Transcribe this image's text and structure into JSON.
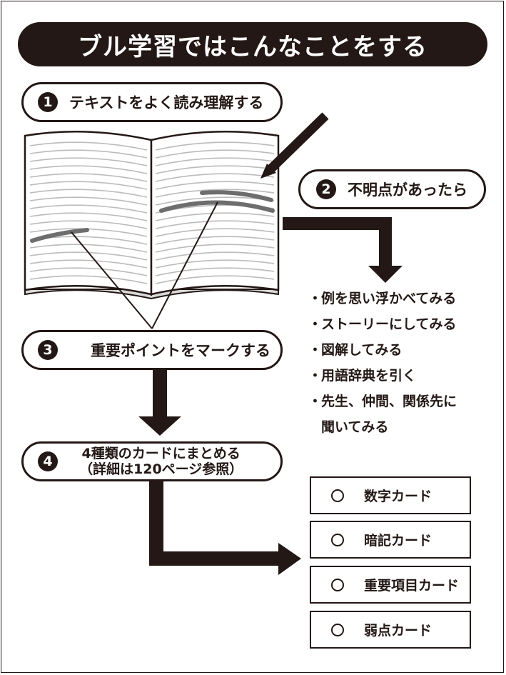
{
  "title": "ブル学習ではこんなことをする",
  "steps": [
    {
      "number": "1",
      "label": "テキストをよく読み理解する"
    },
    {
      "number": "2",
      "label": "不明点があったら"
    },
    {
      "number": "3",
      "label": "重要ポイントをマークする"
    },
    {
      "number": "4",
      "label_line1": "4種類のカードにまとめる",
      "label_line2": "（詳細は120ページ参照）"
    }
  ],
  "tips": [
    {
      "bullet": "・",
      "text": "例を思い浮かべてみる"
    },
    {
      "bullet": "・",
      "text": "ストーリーにしてみる"
    },
    {
      "bullet": "・",
      "text": "図解してみる"
    },
    {
      "bullet": "・",
      "text": "用語辞典を引く"
    },
    {
      "bullet": "・",
      "text": "先生、仲間、関係先に",
      "text_cont": "聞いてみる"
    }
  ],
  "cards": [
    "数字カード",
    "暗記カード",
    "重要項目カード",
    "弱点カード"
  ],
  "colors": {
    "ink": "#231815",
    "book_lines": "#bbbbbb",
    "marker": "#6d6d6d",
    "page_edge": "#d9d9d9"
  }
}
